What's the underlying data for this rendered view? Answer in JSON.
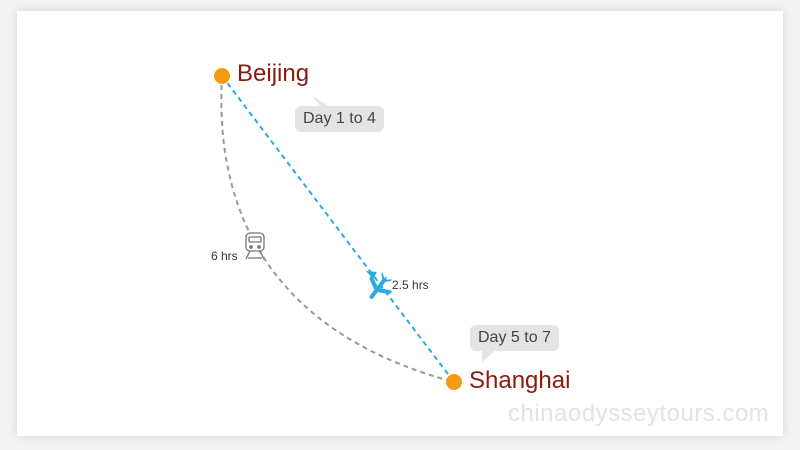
{
  "map": {
    "cities": [
      {
        "name": "Beijing",
        "stay": "Day 1 to 4"
      },
      {
        "name": "Shanghai",
        "stay": "Day 5 to 7"
      }
    ],
    "routes": [
      {
        "mode": "train",
        "icon": "train-icon",
        "duration": "6 hrs"
      },
      {
        "mode": "flight",
        "icon": "airplane-icon",
        "duration": "2.5 hrs"
      }
    ],
    "colors": {
      "city_dot": "#f39c12",
      "city_label": "#8b1a0e",
      "flight_line": "#29abe2",
      "train_line": "#999999"
    },
    "watermark": "chinaodysseytours.com"
  }
}
